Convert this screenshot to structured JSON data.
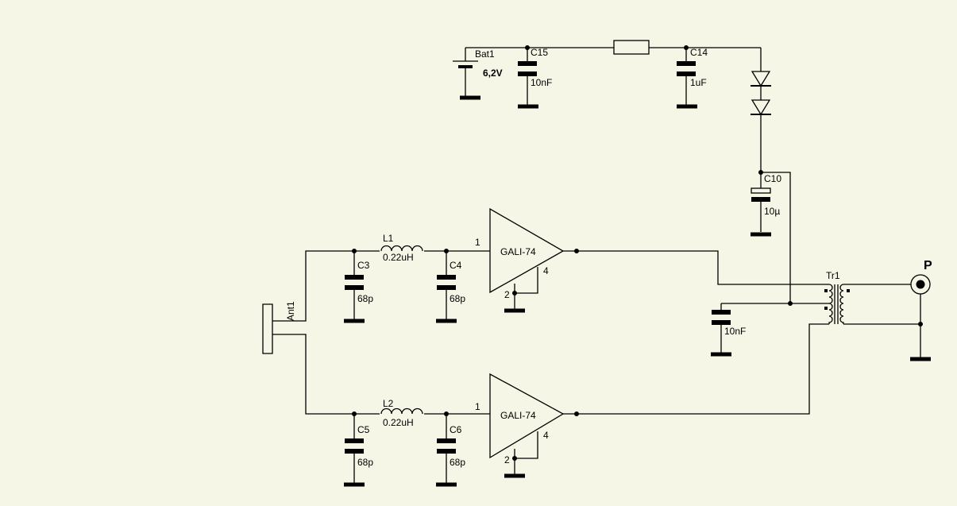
{
  "battery": {
    "ref": "Bat1",
    "value": "6,2V"
  },
  "c15": {
    "ref": "C15",
    "value": "10nF"
  },
  "c14": {
    "ref": "C14",
    "value": "1uF"
  },
  "c10": {
    "ref": "C10",
    "value": "10µ"
  },
  "c3": {
    "ref": "C3",
    "value": "68p"
  },
  "c4": {
    "ref": "C4",
    "value": "68p"
  },
  "c5": {
    "ref": "C5",
    "value": "68p"
  },
  "c6": {
    "ref": "C6",
    "value": "68p"
  },
  "ctap": {
    "value": "10nF"
  },
  "l1": {
    "ref": "L1",
    "value": "0.22uH"
  },
  "l2": {
    "ref": "L2",
    "value": "0.22uH"
  },
  "amp1": {
    "name": "GALI-74",
    "pin_in": "1",
    "pin_gnd": "2",
    "pin_4": "4"
  },
  "amp2": {
    "name": "GALI-74",
    "pin_in": "1",
    "pin_gnd": "2",
    "pin_4": "4"
  },
  "antenna": {
    "ref": "Ant1"
  },
  "transformer": {
    "ref": "Tr1"
  },
  "port": {
    "ref": "P"
  }
}
